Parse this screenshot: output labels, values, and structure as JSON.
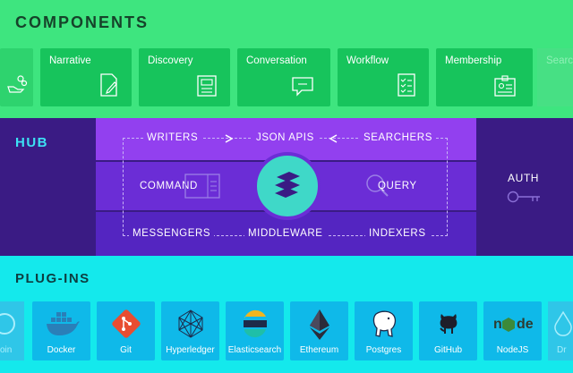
{
  "components": {
    "title": "COMPONENTS",
    "cards": [
      {
        "label": "Narrative",
        "icon": "document-edit-icon"
      },
      {
        "label": "Discovery",
        "icon": "article-icon"
      },
      {
        "label": "Conversation",
        "icon": "chat-bubble-icon"
      },
      {
        "label": "Workflow",
        "icon": "checklist-icon"
      },
      {
        "label": "Membership",
        "icon": "id-badge-icon"
      }
    ],
    "partial_right": "Search",
    "partial_left_icon": "hand-coins-icon"
  },
  "hub": {
    "title": "HUB",
    "writers": "WRITERS",
    "json_apis": "JSON APIS",
    "searchers": "SEARCHERS",
    "command": "COMMAND",
    "query": "QUERY",
    "messengers": "MESSENGERS",
    "middleware": "MIDDLEWARE",
    "indexers": "INDEXERS",
    "auth": "AUTH",
    "logo_icon": "cardstack-logo-icon"
  },
  "plugins": {
    "title": "PLUG-INS",
    "partial_left": "oin",
    "cards": [
      {
        "label": "Docker",
        "icon": "docker-whale-icon"
      },
      {
        "label": "Git",
        "icon": "git-branch-icon"
      },
      {
        "label": "Hyperledger",
        "icon": "hyperledger-mesh-icon"
      },
      {
        "label": "Elasticsearch",
        "icon": "elasticsearch-icon"
      },
      {
        "label": "Ethereum",
        "icon": "ethereum-diamond-icon"
      },
      {
        "label": "Postgres",
        "icon": "postgres-elephant-icon"
      },
      {
        "label": "GitHub",
        "icon": "github-octocat-icon"
      },
      {
        "label": "NodeJS",
        "icon": "node-logo-icon"
      }
    ],
    "partial_right": "Dr"
  },
  "colors": {
    "components_bg": "#3ee57f",
    "component_card": "#17c45c",
    "hub_bg": "#3a1b84",
    "hub_top": "#9240ef",
    "hub_mid": "#6b2dd6",
    "hub_bottom": "#5425c1",
    "hub_logo": "#3fd8c8",
    "plugins_bg": "#14e9ec",
    "plugin_card": "#0fb9e9"
  }
}
